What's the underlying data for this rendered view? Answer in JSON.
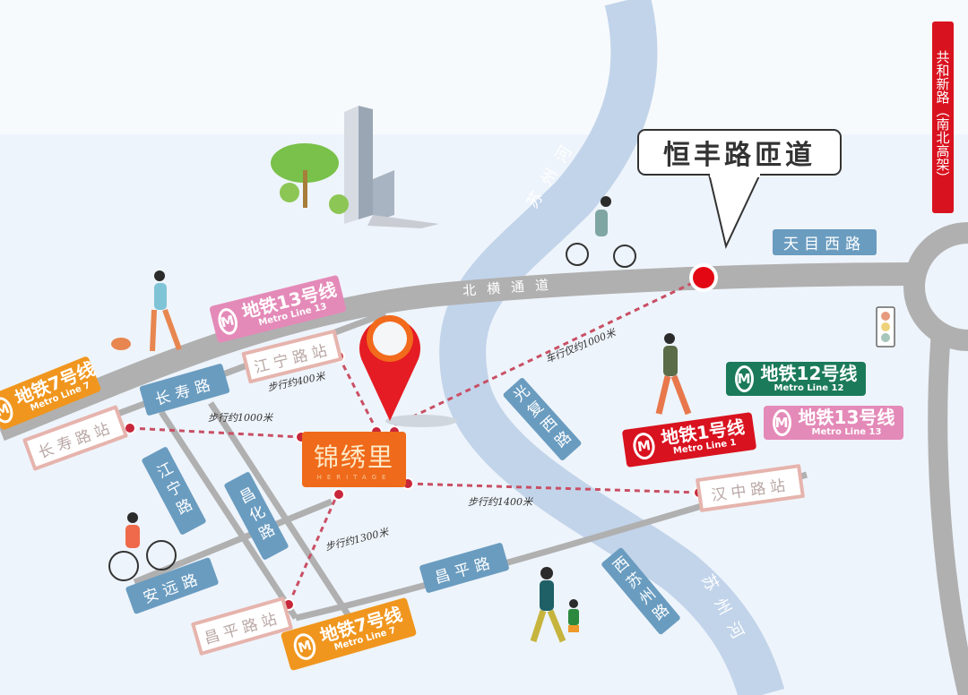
{
  "callout": {
    "label": "恒丰路匝道"
  },
  "highway": {
    "label": "共和新路（南北高架）"
  },
  "river": {
    "label": "苏州河"
  },
  "main_road": {
    "label": "北横通道"
  },
  "destination": {
    "name": "锦绣里",
    "subtitle": "HERITAGE"
  },
  "roads": [
    {
      "id": "tianmu",
      "label": "天目西路"
    },
    {
      "id": "changshou",
      "label": "长寿路"
    },
    {
      "id": "jiangning",
      "label": "江宁路"
    },
    {
      "id": "changhua",
      "label": "昌化路"
    },
    {
      "id": "anyuan",
      "label": "安远路"
    },
    {
      "id": "changping",
      "label": "昌平路"
    },
    {
      "id": "guangfu",
      "label": "光复西路"
    },
    {
      "id": "xisuzhou",
      "label": "西苏州路"
    }
  ],
  "stations": [
    {
      "id": "jiangning",
      "label": "江宁路站"
    },
    {
      "id": "changshou",
      "label": "长寿路站"
    },
    {
      "id": "hanzhong",
      "label": "汉中路站"
    },
    {
      "id": "changping",
      "label": "昌平路站"
    }
  ],
  "metro_lines": [
    {
      "id": "line13-top",
      "cn": "地铁13号线",
      "en": "Metro Line 13",
      "color": "#e48ab8"
    },
    {
      "id": "line7-left",
      "cn": "地铁7号线",
      "en": "Metro Line 7",
      "color": "#f0961e"
    },
    {
      "id": "line12",
      "cn": "地铁12号线",
      "en": "Metro Line 12",
      "color": "#1b7a5a"
    },
    {
      "id": "line13-right",
      "cn": "地铁13号线",
      "en": "Metro Line 13",
      "color": "#e48ab8"
    },
    {
      "id": "line1",
      "cn": "地铁1号线",
      "en": "Metro Line 1",
      "color": "#d9121f"
    },
    {
      "id": "line7-bottom",
      "cn": "地铁7号线",
      "en": "Metro Line 7",
      "color": "#f0961e"
    }
  ],
  "distances": {
    "jiangning": "步行约400米",
    "changshou": "步行约1000米",
    "hanzhong": "步行约1400米",
    "changping": "步行约1300米",
    "ramp": "车行仅约1000米"
  },
  "colors": {
    "accent_red": "#d9121f",
    "destination_orange": "#ef6a1a",
    "road_gray": "#b0b0b0",
    "river_blue": "#c2d4ea",
    "road_tag_blue": "#6a9cc0"
  }
}
